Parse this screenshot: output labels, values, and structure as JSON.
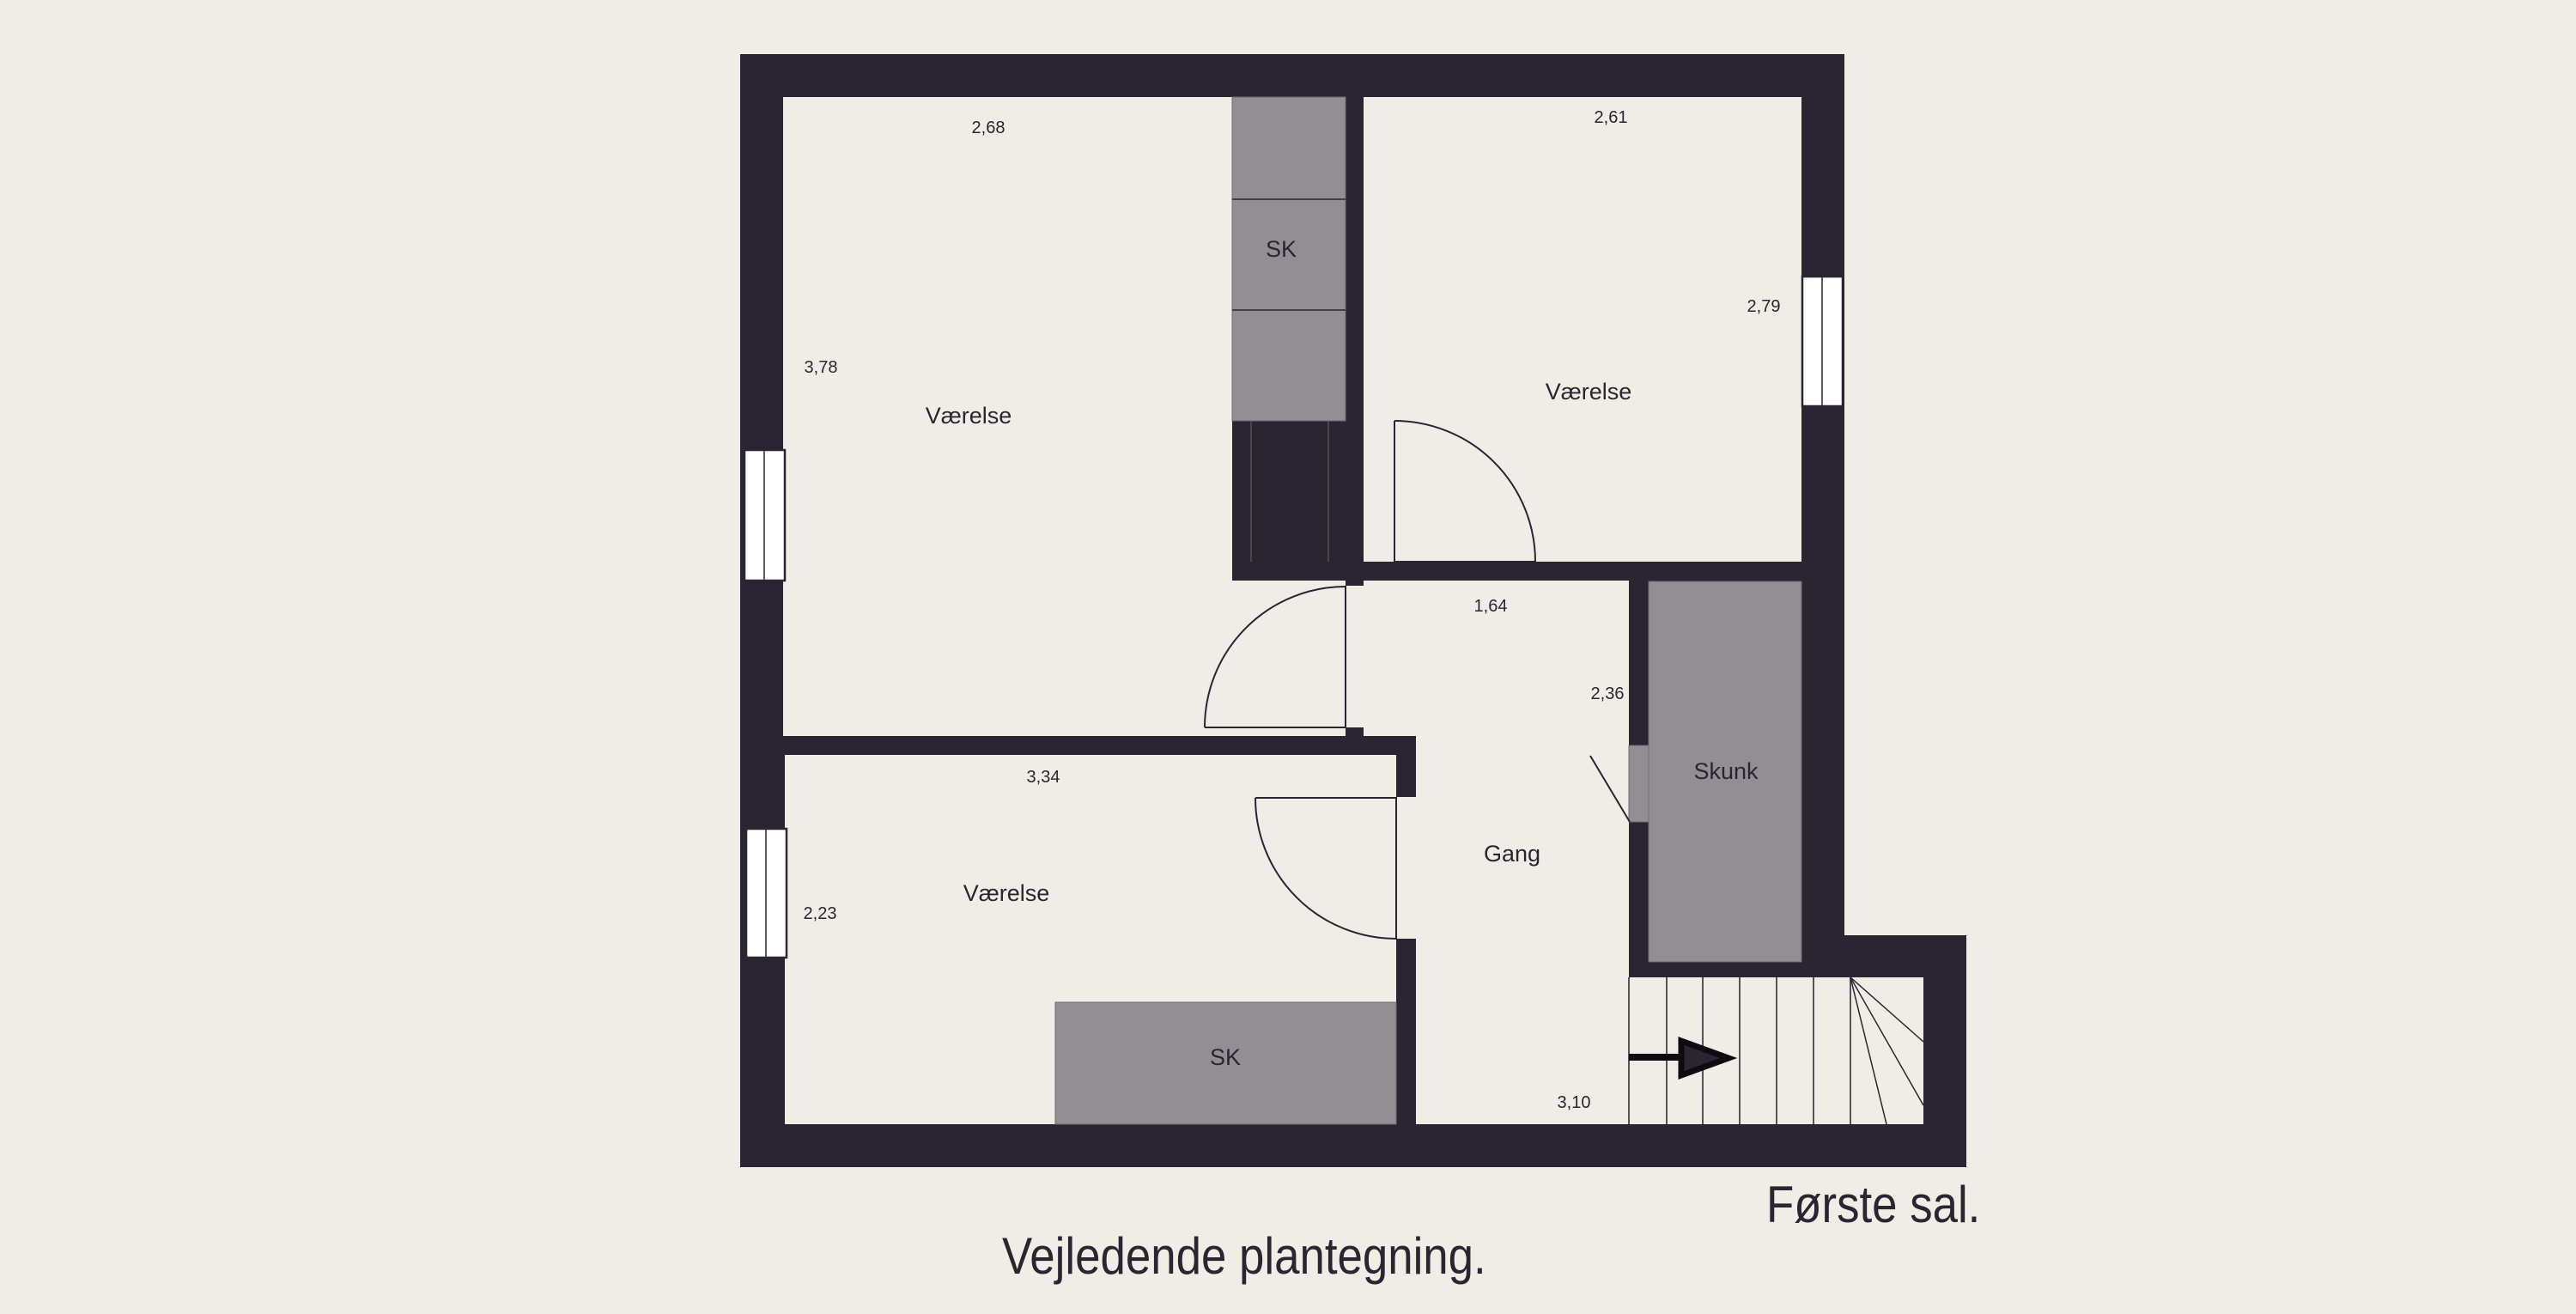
{
  "floor_plan": {
    "floor_name": "Første sal.",
    "caption": "Vejledende plantegning.",
    "colors": {
      "background": "#efeee6",
      "wall": "#2a2530",
      "closet": "#918f94",
      "window": "#ffffff"
    },
    "rooms": [
      {
        "id": "bedroom-top-left",
        "label": "Værelse",
        "dimensions": {
          "width": "2,68",
          "depth": "3,78"
        }
      },
      {
        "id": "bedroom-top-right",
        "label": "Værelse",
        "dimensions": {
          "width": "2,61",
          "depth": "2,79"
        }
      },
      {
        "id": "bedroom-bottom-left",
        "label": "Værelse",
        "dimensions": {
          "width": "3,34",
          "depth": "2,23"
        }
      },
      {
        "id": "hallway",
        "label": "Gang",
        "dimensions": {
          "width": "1,64",
          "depth": "2,36",
          "length": "3,10"
        }
      },
      {
        "id": "storage-skunk",
        "label": "Skunk"
      }
    ],
    "closets": [
      {
        "id": "closet-top",
        "label": "SK"
      },
      {
        "id": "closet-bottom",
        "label": "SK"
      }
    ],
    "stairs": {
      "direction": "arrow-right-icon",
      "treads": 7
    }
  }
}
